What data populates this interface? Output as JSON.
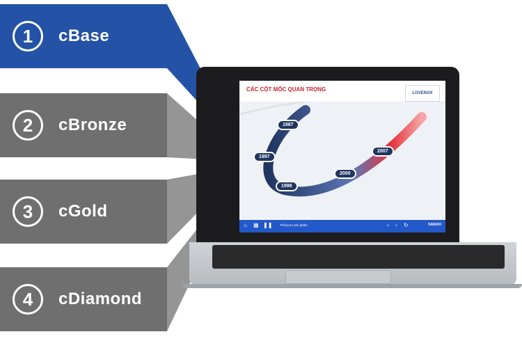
{
  "tiers": [
    {
      "number": "1",
      "label": "cBase"
    },
    {
      "number": "2",
      "label": "cBronze"
    },
    {
      "number": "3",
      "label": "cGold"
    },
    {
      "number": "4",
      "label": "cDiamond"
    }
  ],
  "colors": {
    "active": "#2352a6",
    "inactive": "#6f6f6f"
  },
  "slide": {
    "title": "CÁC CỘT MỐC QUAN TRỌNG",
    "brand": "LOVENOX",
    "years": [
      "1987",
      "1997",
      "1998",
      "2000",
      "2007"
    ],
    "footer_label": "Thông tin sản phẩm",
    "footer_brand": "SANOFI"
  }
}
